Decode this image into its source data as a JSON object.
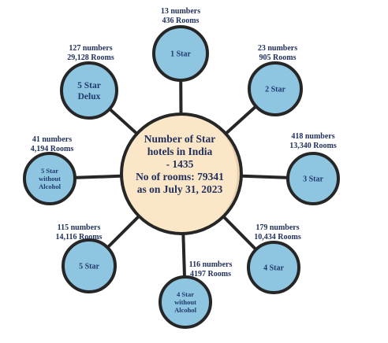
{
  "center": {
    "lines": [
      "Number of  Star",
      "hotels in India",
      "- 1435",
      "No of rooms: 79341",
      "as on July 31, 2023"
    ]
  },
  "categories": [
    {
      "id": "1-star",
      "name_lines": [
        "1 Star"
      ],
      "count_text": "13 numbers",
      "rooms_text": "436 Rooms",
      "hotels": 13,
      "rooms": 436
    },
    {
      "id": "2-star",
      "name_lines": [
        "2 Star"
      ],
      "count_text": "23 numbers",
      "rooms_text": "905 Rooms",
      "hotels": 23,
      "rooms": 905
    },
    {
      "id": "3-star",
      "name_lines": [
        "3 Star"
      ],
      "count_text": "418 numbers",
      "rooms_text": "13,340 Rooms",
      "hotels": 418,
      "rooms": 13340
    },
    {
      "id": "4-star",
      "name_lines": [
        "4 Star"
      ],
      "count_text": "179 numbers",
      "rooms_text": "10,434 Rooms",
      "hotels": 179,
      "rooms": 10434
    },
    {
      "id": "4-star-without-alcohol",
      "name_lines": [
        "4 Star",
        "without",
        "Alcohol"
      ],
      "count_text": "116 numbers",
      "rooms_text": "4197 Rooms",
      "hotels": 116,
      "rooms": 4197
    },
    {
      "id": "5-star",
      "name_lines": [
        "5 Star"
      ],
      "count_text": "115 numbers",
      "rooms_text": "14,116 Rooms",
      "hotels": 115,
      "rooms": 14116
    },
    {
      "id": "5-star-without-alcohol",
      "name_lines": [
        "5 Star",
        "without",
        "Alcohol"
      ],
      "count_text": "41 numbers",
      "rooms_text": "4,194 Rooms",
      "hotels": 41,
      "rooms": 4194
    },
    {
      "id": "5-star-delux",
      "name_lines": [
        "5 Star",
        "Delux"
      ],
      "count_text": "127 numbers",
      "rooms_text": "29,128 Rooms",
      "hotels": 127,
      "rooms": 29128
    }
  ],
  "colors": {
    "node_fill": "#8ec5e0",
    "node_stroke": "#262626",
    "center_fill": "#fbe6c8",
    "center_shadow": "#e8cfae",
    "center_stroke": "#262626",
    "spoke": "#262626",
    "text": "#1f2f5a"
  }
}
